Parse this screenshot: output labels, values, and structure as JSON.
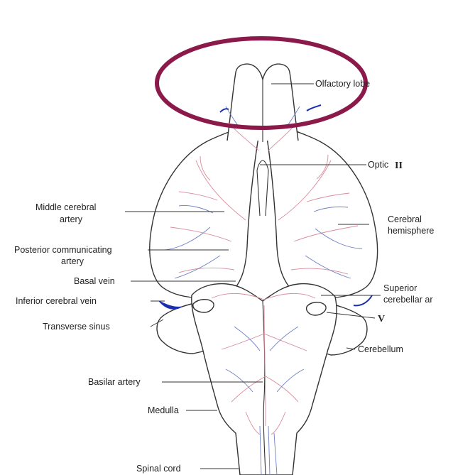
{
  "labels": {
    "olfactory_lobe": "Olfactory lobe",
    "optic": "Optic",
    "optic_numeral": "II",
    "middle_cerebral_1": "Middle cerebral",
    "middle_cerebral_2": "artery",
    "cerebral_hemisphere_1": "Cerebral",
    "cerebral_hemisphere_2": "hemisphere",
    "posterior_communicating_1": "Posterior communicating",
    "posterior_communicating_2": "artery",
    "basal_vein": "Basal vein",
    "superior_cerebellar_1": "Superior",
    "superior_cerebellar_2": "cerebellar ar",
    "inferior_cerebral_vein": "Inferior cerebral vein",
    "transverse_sinus": "Transverse sinus",
    "trigeminal_numeral": "V",
    "cerebellum": "Cerebellum",
    "basilar_artery": "Basilar artery",
    "medulla": "Medulla",
    "spinal_cord": "Spinal cord"
  },
  "colors": {
    "highlight_ellipse": "#8b1a4a",
    "artery": "#d98a9a",
    "vein": "#6d7fc4",
    "sinus": "#1a2fb0",
    "outline": "#333333"
  }
}
